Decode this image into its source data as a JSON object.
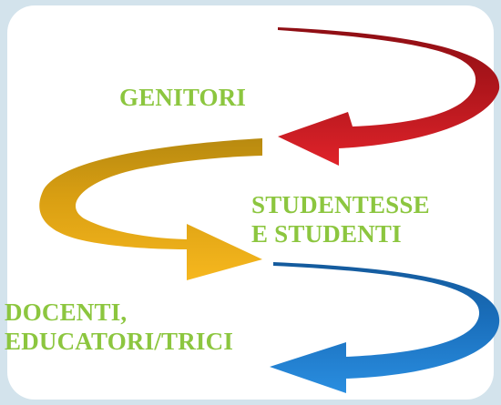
{
  "diagram": {
    "labels": {
      "genitori": "GENITORI",
      "studenti_line1": "STUDENTESSE",
      "studenti_line2": "E STUDENTI",
      "docenti_line1": "DOCENTI,",
      "docenti_line2": "EDUCATORI/TRICI"
    },
    "colors": {
      "label_text": "#8cc63f",
      "arrow_red": "#c4161c",
      "arrow_yellow": "#f0b020",
      "arrow_blue": "#1c7cc8",
      "background": "#d3e3ec",
      "panel": "#ffffff"
    }
  }
}
